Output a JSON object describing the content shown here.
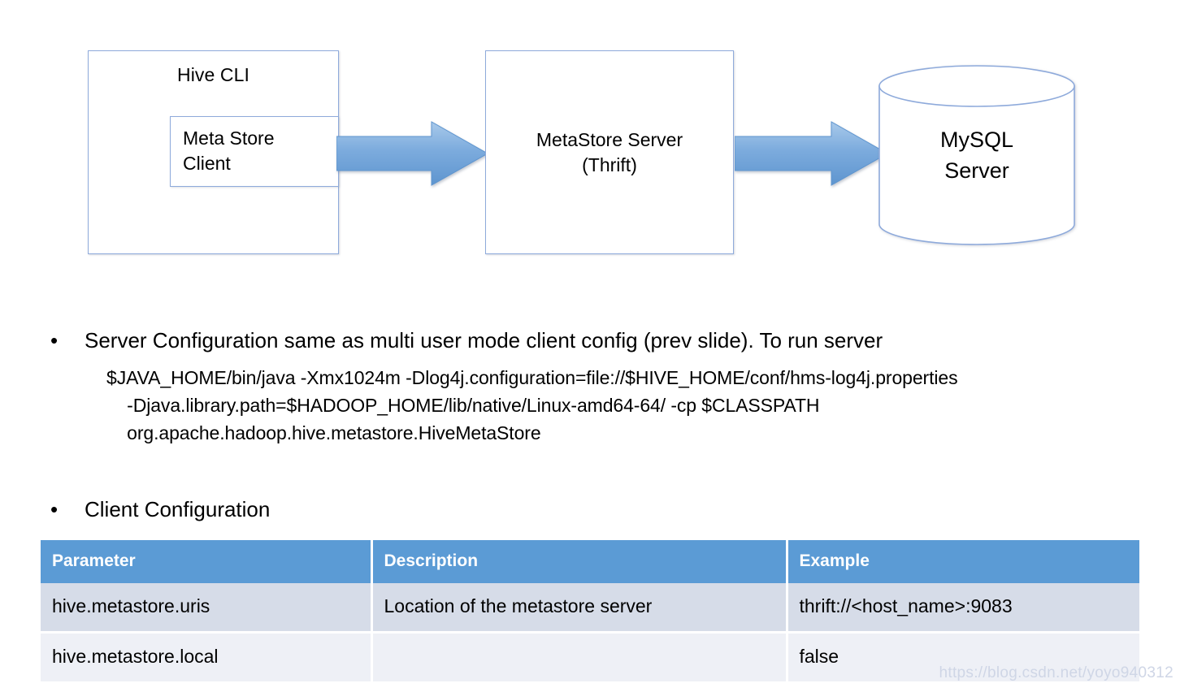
{
  "diagram": {
    "hive_cli": {
      "title": "Hive CLI",
      "inner_box_label": "Meta Store\nClient"
    },
    "metastore_server": {
      "label": "MetaStore Server\n(Thrift)"
    },
    "mysql": {
      "label": "MySQL\nServer"
    },
    "arrows": [
      {
        "name": "arrow-cli-to-server",
        "from": "Meta Store Client",
        "to": "MetaStore Server (Thrift)"
      },
      {
        "name": "arrow-server-to-db",
        "from": "MetaStore Server (Thrift)",
        "to": "MySQL Server"
      }
    ],
    "colors": {
      "box_border": "#8eaadb",
      "arrow_fill": "#7cabdd",
      "cylinder_border": "#8eaadb"
    }
  },
  "bullets": [
    {
      "marker": "•",
      "text": "Server Configuration same as multi user mode client config (prev slide). To run server"
    },
    {
      "marker": "•",
      "text": "Client Configuration"
    }
  ],
  "command": "$JAVA_HOME/bin/java -Xmx1024m -Dlog4j.configuration=file://$HIVE_HOME/conf/hms-log4j.properties\n    -Djava.library.path=$HADOOP_HOME/lib/native/Linux-amd64-64/ -cp $CLASSPATH\n    org.apache.hadoop.hive.metastore.HiveMetaStore",
  "table": {
    "headers": [
      "Parameter",
      "Description",
      "Example"
    ],
    "rows": [
      {
        "parameter": "hive.metastore.uris",
        "description": "Location of the metastore server",
        "example": "thrift://<host_name>:9083"
      },
      {
        "parameter": "hive.metastore.local",
        "description": "",
        "example": "false"
      }
    ],
    "colors": {
      "header_bg": "#5b9bd5",
      "header_text": "#ffffff",
      "row_alt_bg": "#d6dce8",
      "row_base_bg": "#eef0f6"
    }
  },
  "watermark": {
    "text": "https://blog.csdn.net/yoyo940312"
  }
}
